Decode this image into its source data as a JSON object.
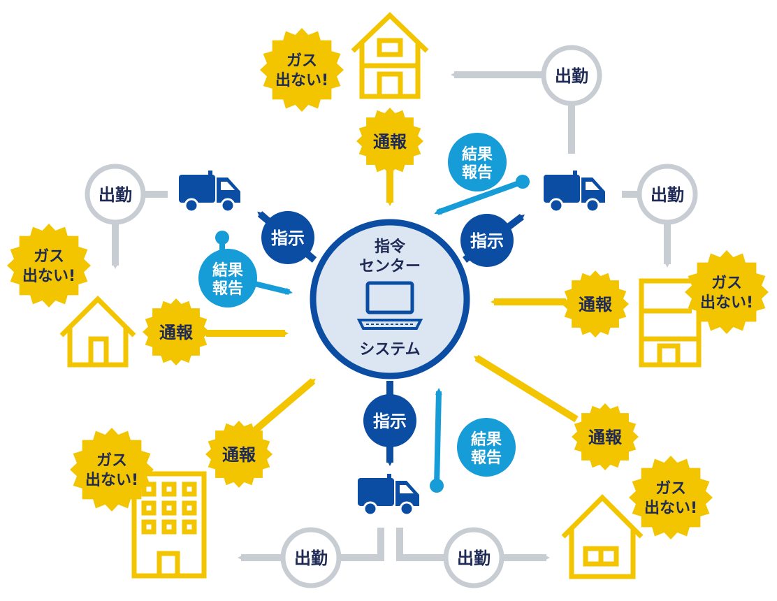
{
  "center": {
    "title_line1": "指令",
    "title_line2": "センター",
    "title_line3": "システム"
  },
  "labels": {
    "report": "通報",
    "dispatch": "出勤",
    "instruct": "指示",
    "result_line1": "結果",
    "result_line2": "報告",
    "gas_line1": "ガス",
    "gas_line2": "出ない!"
  },
  "colors": {
    "yellow": "#F2C500",
    "navy": "#0B4DA2",
    "dark_navy": "#1E2A55",
    "light_blue": "#169CD6",
    "gray": "#C8CDD3",
    "center_fill": "#DCE6F2",
    "house_stroke": "#F2C500"
  }
}
